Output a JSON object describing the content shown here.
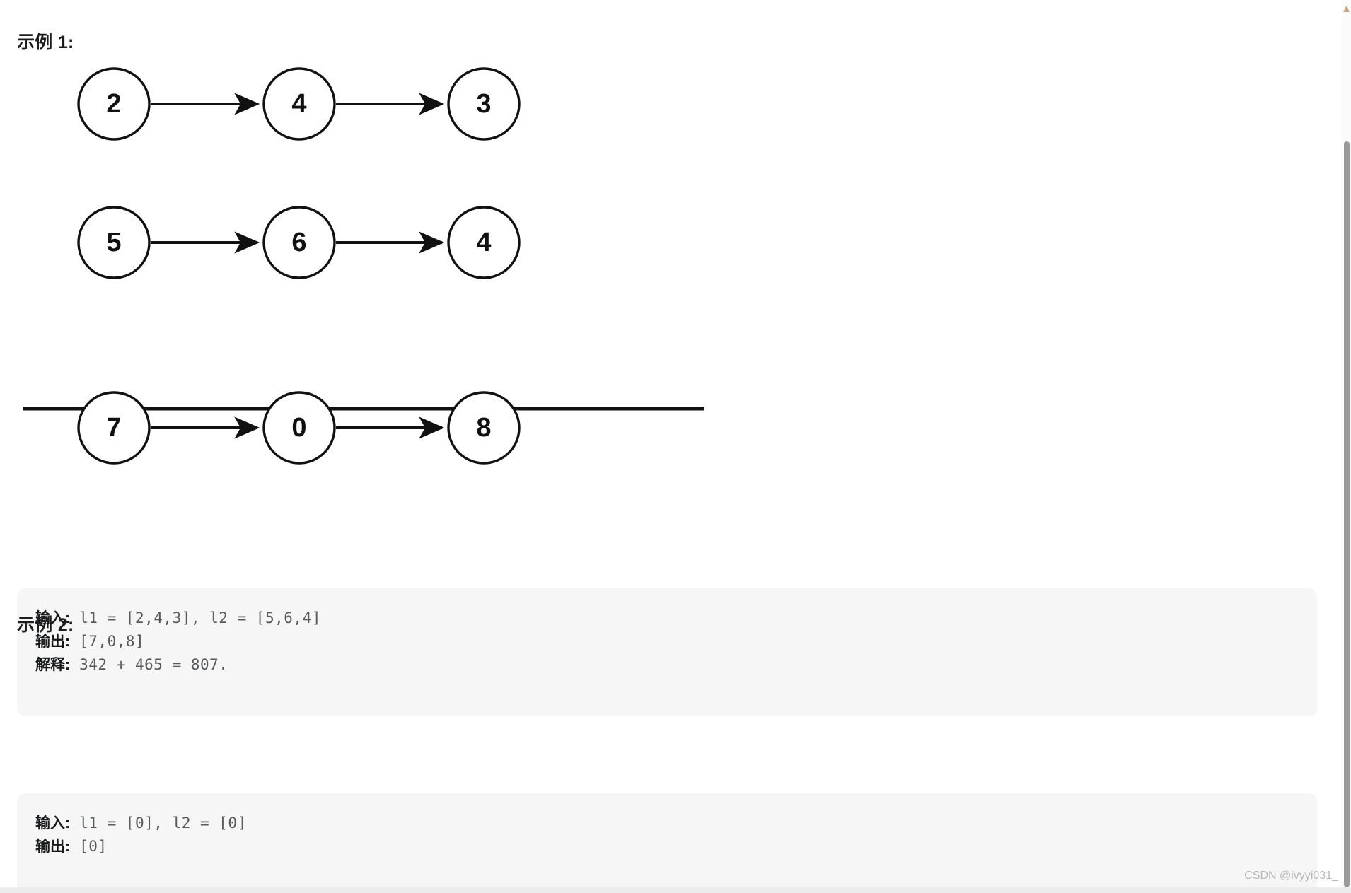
{
  "document": {
    "background_color": "#ffffff",
    "watermark": "CSDN @ivyyi031_"
  },
  "sections": [
    {
      "heading": "示例 1:"
    },
    {
      "heading": "示例 2:"
    }
  ],
  "diagram": {
    "type": "linked-list-addition",
    "node_fill": "#ffffff",
    "node_stroke": "#111111",
    "arrow_color": "#111111",
    "divider_color": "#111111",
    "rows": [
      {
        "name": "addend-1",
        "nodes": [
          "2",
          "4",
          "3"
        ]
      },
      {
        "name": "addend-2",
        "nodes": [
          "5",
          "6",
          "4"
        ]
      },
      {
        "name": "sum",
        "nodes": [
          "7",
          "0",
          "8"
        ]
      }
    ]
  },
  "code_blocks": [
    {
      "name": "example-1-io",
      "background": "#f6f6f6",
      "lines": [
        {
          "label": "输入:",
          "text": " l1 = [2,4,3], l2 = [5,6,4]"
        },
        {
          "label": "输出:",
          "text": " [7,0,8]"
        },
        {
          "label": "解释:",
          "text": " 342 + 465 = 807."
        }
      ]
    },
    {
      "name": "example-2-io",
      "background": "#f6f6f6",
      "lines": [
        {
          "label": "输入:",
          "text": " l1 = [0], l2 = [0]"
        },
        {
          "label": "输出:",
          "text": " [0]"
        }
      ]
    }
  ]
}
